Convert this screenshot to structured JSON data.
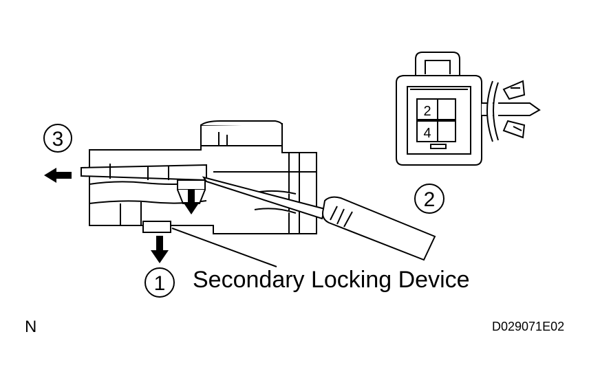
{
  "steps": {
    "step1": "1",
    "step2": "2",
    "step3": "3"
  },
  "label": "Secondary Locking Device",
  "orientation": "N",
  "figure_code": "D029071E02",
  "connector_face": {
    "pin_top": "2",
    "pin_bottom": "4"
  }
}
